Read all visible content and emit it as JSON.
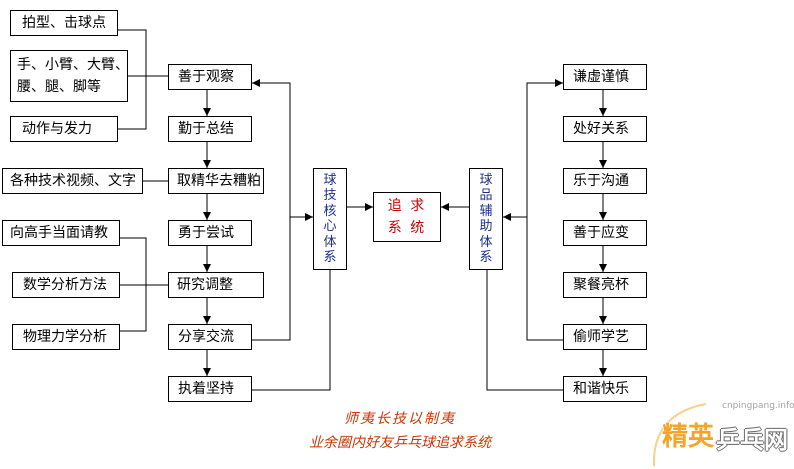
{
  "left_inputs": {
    "grip_and_contact": "拍型、击球点",
    "body_parts": [
      "手、小臂、大臂、",
      "腰、腿、脚等"
    ],
    "motion_and_power": "动作与发力",
    "tech_videos_text": "各种技术视频、文字",
    "ask_experts": "向高手当面请教",
    "math_analysis": "数学分析方法",
    "physics_analysis": "物理力学分析"
  },
  "skill_chain": [
    "善于观察",
    "勤于总结",
    "取精华去糟粕",
    "勇于尝试",
    "研究调整",
    "分享交流",
    "执着坚持"
  ],
  "skill_system": "球技核心体系",
  "goal_system": [
    "追 求",
    "系 统"
  ],
  "character_system": "球品辅助体系",
  "character_chain": [
    "谦虚谨慎",
    "处好关系",
    "乐于沟通",
    "善于应变",
    "聚餐亮杯",
    "偷师学艺",
    "和谐快乐"
  ],
  "caption": [
    "师夷长技以制夷",
    "业余圈内好友乒乓球追求系统"
  ],
  "watermark": {
    "url": "cnpingpang.info",
    "brand_left": "精英",
    "brand_right": "乒乓网"
  },
  "colors": {
    "system_text": "#1e2f8c",
    "goal_text": "#cc0000",
    "caption_text": "#cc3300",
    "watermark_brand": "#f39c12",
    "watermark_url": "#999999"
  }
}
